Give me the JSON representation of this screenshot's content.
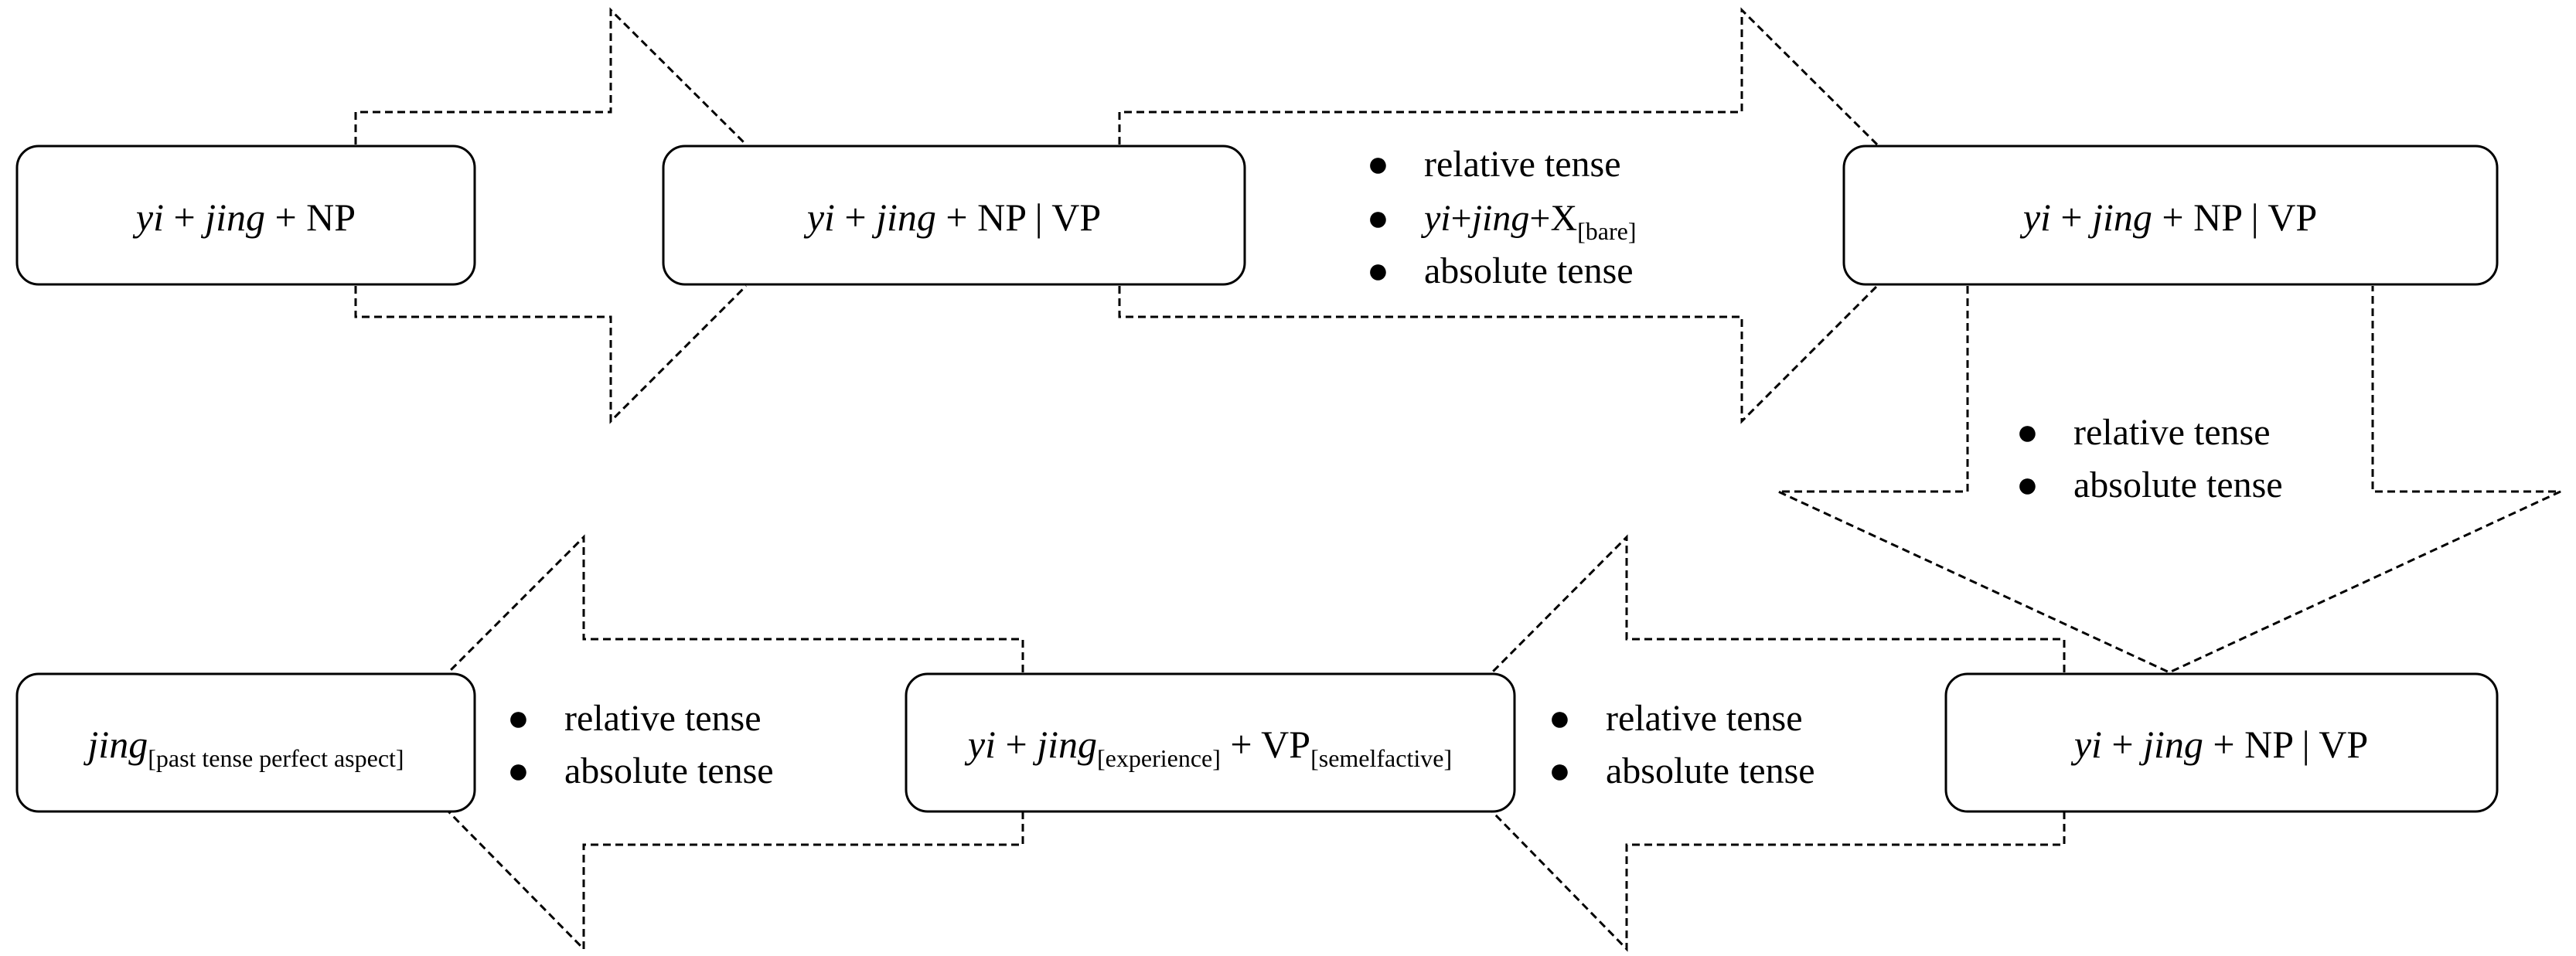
{
  "boxes": {
    "box1": {
      "yi": "yi",
      "plus1": " + ",
      "jing": "jing",
      "rest": " + NP"
    },
    "box2": {
      "yi": "yi",
      "plus1": " + ",
      "jing": "jing",
      "rest": " + NP | VP"
    },
    "box3": {
      "yi": "yi",
      "plus1": " + ",
      "jing": "jing",
      "rest": " + NP | VP"
    },
    "box4": {
      "yi": "yi",
      "plus1": " + ",
      "jing": "jing",
      "rest": " + NP | VP"
    },
    "box5": {
      "yi": "yi",
      "plus1": " + ",
      "jing": "jing",
      "sub1": "[experience]",
      "mid": " + VP",
      "sub2": "[semelfactive]"
    },
    "box6": {
      "jing": "jing",
      "sub": "[past tense perfect aspect]"
    }
  },
  "bullets": {
    "bullet_glyph": "●",
    "group1": {
      "item1": "relative tense",
      "item2": {
        "yi": "yi",
        "plus1": "+",
        "jing": "jing",
        "rest": "+X",
        "sub": "[bare]"
      },
      "item3": "absolute tense"
    },
    "group2": {
      "item1": "relative tense",
      "item2": "absolute tense"
    },
    "group3": {
      "item1": "relative tense",
      "item2": "absolute tense"
    },
    "group4": {
      "item1": "relative tense",
      "item2": "absolute tense"
    }
  }
}
